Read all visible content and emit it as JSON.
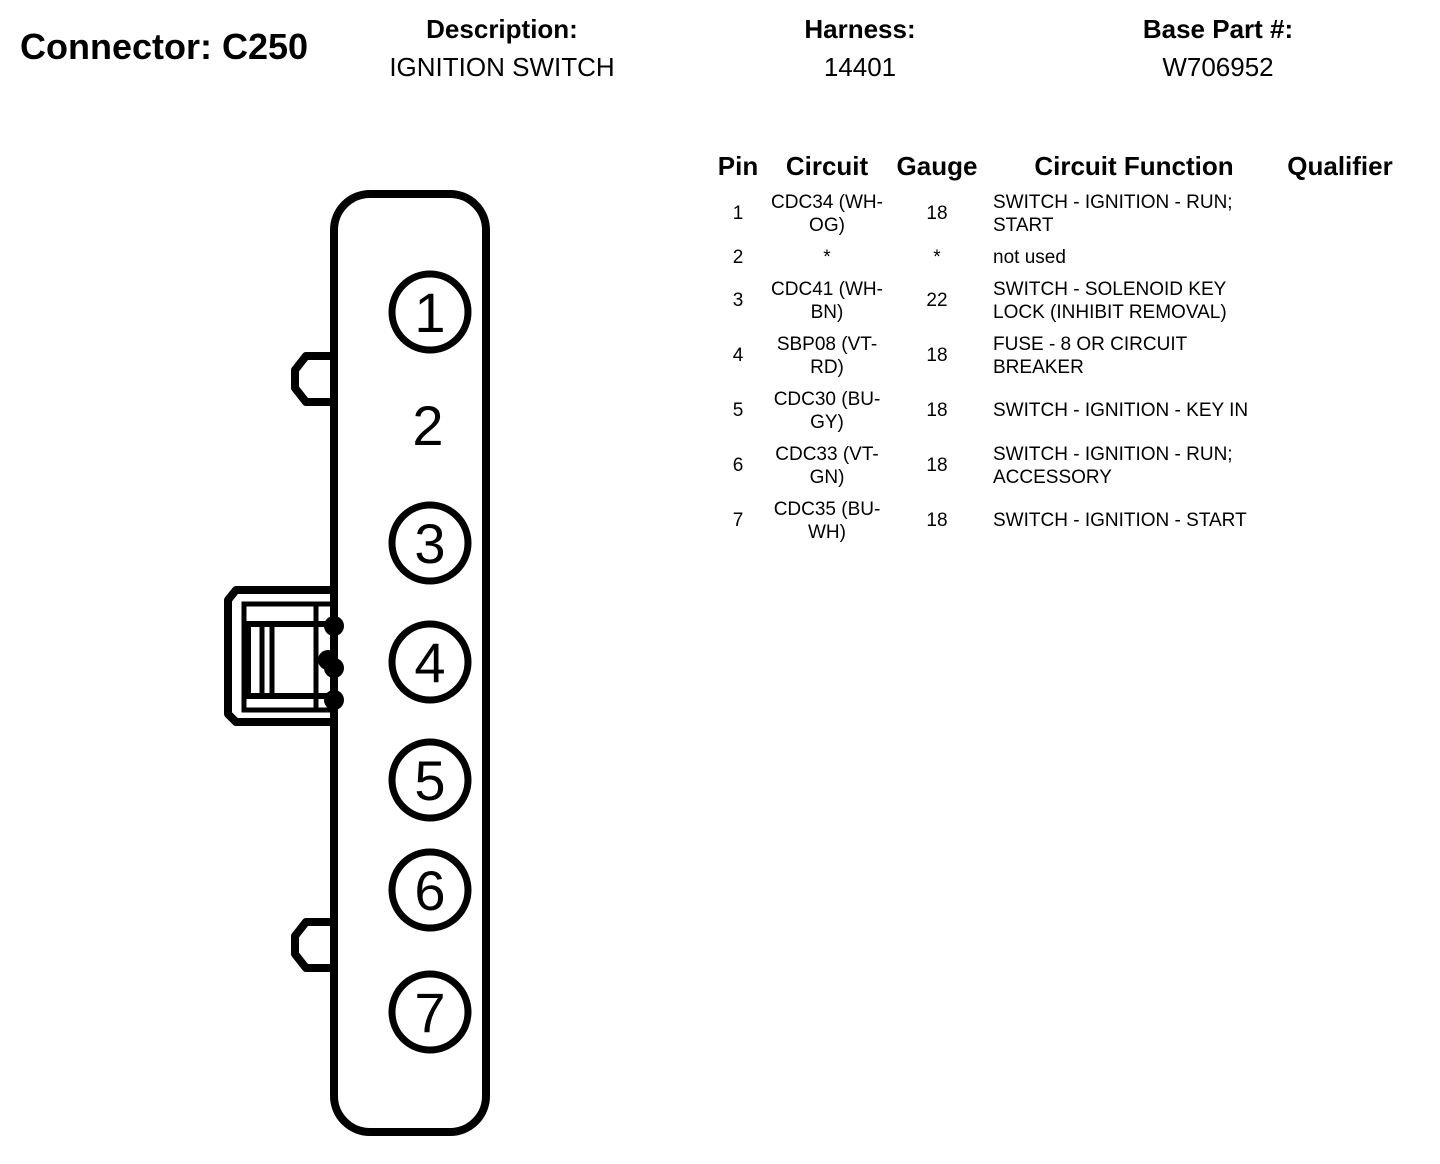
{
  "header": {
    "connector_label": "Connector: C250",
    "description_label": "Description:",
    "description_value": "IGNITION SWITCH",
    "harness_label": "Harness:",
    "harness_value": "14401",
    "base_part_label": "Base Part #:",
    "base_part_value": "W706952"
  },
  "table": {
    "headers": [
      "Pin",
      "Circuit",
      "Gauge",
      "Circuit Function",
      "Qualifier"
    ],
    "rows": [
      {
        "pin": "1",
        "circuit": "CDC34 (WH-OG)",
        "gauge": "18",
        "function": "SWITCH - IGNITION - RUN; START",
        "qualifier": ""
      },
      {
        "pin": "2",
        "circuit": "*",
        "gauge": "*",
        "function": "not used",
        "qualifier": ""
      },
      {
        "pin": "3",
        "circuit": "CDC41 (WH-BN)",
        "gauge": "22",
        "function": "SWITCH - SOLENOID KEY LOCK (INHIBIT REMOVAL)",
        "qualifier": ""
      },
      {
        "pin": "4",
        "circuit": "SBP08 (VT-RD)",
        "gauge": "18",
        "function": "FUSE - 8 OR CIRCUIT BREAKER",
        "qualifier": ""
      },
      {
        "pin": "5",
        "circuit": "CDC30 (BU-GY)",
        "gauge": "18",
        "function": "SWITCH - IGNITION - KEY IN",
        "qualifier": ""
      },
      {
        "pin": "6",
        "circuit": "CDC33 (VT-GN)",
        "gauge": "18",
        "function": "SWITCH - IGNITION - RUN; ACCESSORY",
        "qualifier": ""
      },
      {
        "pin": "7",
        "circuit": "CDC35 (BU-WH)",
        "gauge": "18",
        "function": "SWITCH - IGNITION - START",
        "qualifier": ""
      }
    ]
  },
  "diagram": {
    "pin_labels": [
      "1",
      "2",
      "3",
      "4",
      "5",
      "6",
      "7"
    ],
    "cavity_present": [
      true,
      false,
      true,
      true,
      true,
      true,
      true
    ]
  }
}
